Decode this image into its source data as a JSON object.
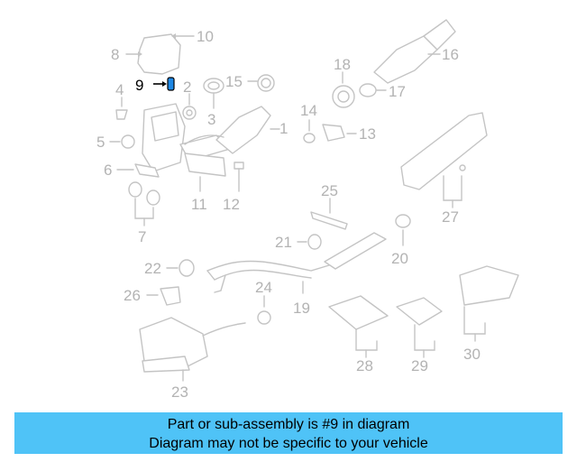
{
  "diagram": {
    "highlighted_part": "9",
    "callouts": [
      "1",
      "2",
      "3",
      "4",
      "5",
      "6",
      "7",
      "8",
      "9",
      "10",
      "11",
      "12",
      "13",
      "14",
      "15",
      "16",
      "17",
      "18",
      "19",
      "20",
      "21",
      "22",
      "23",
      "24",
      "25",
      "26",
      "27",
      "28",
      "29",
      "30"
    ]
  },
  "banner": {
    "line1": "Part or sub-assembly is #9 in diagram",
    "line2": "Diagram may not be specific to your vehicle",
    "color": "#4fc3f7"
  },
  "colors": {
    "highlight": "#000000",
    "muted": "#b3b3b3",
    "part_fill": "#1e88e5"
  }
}
